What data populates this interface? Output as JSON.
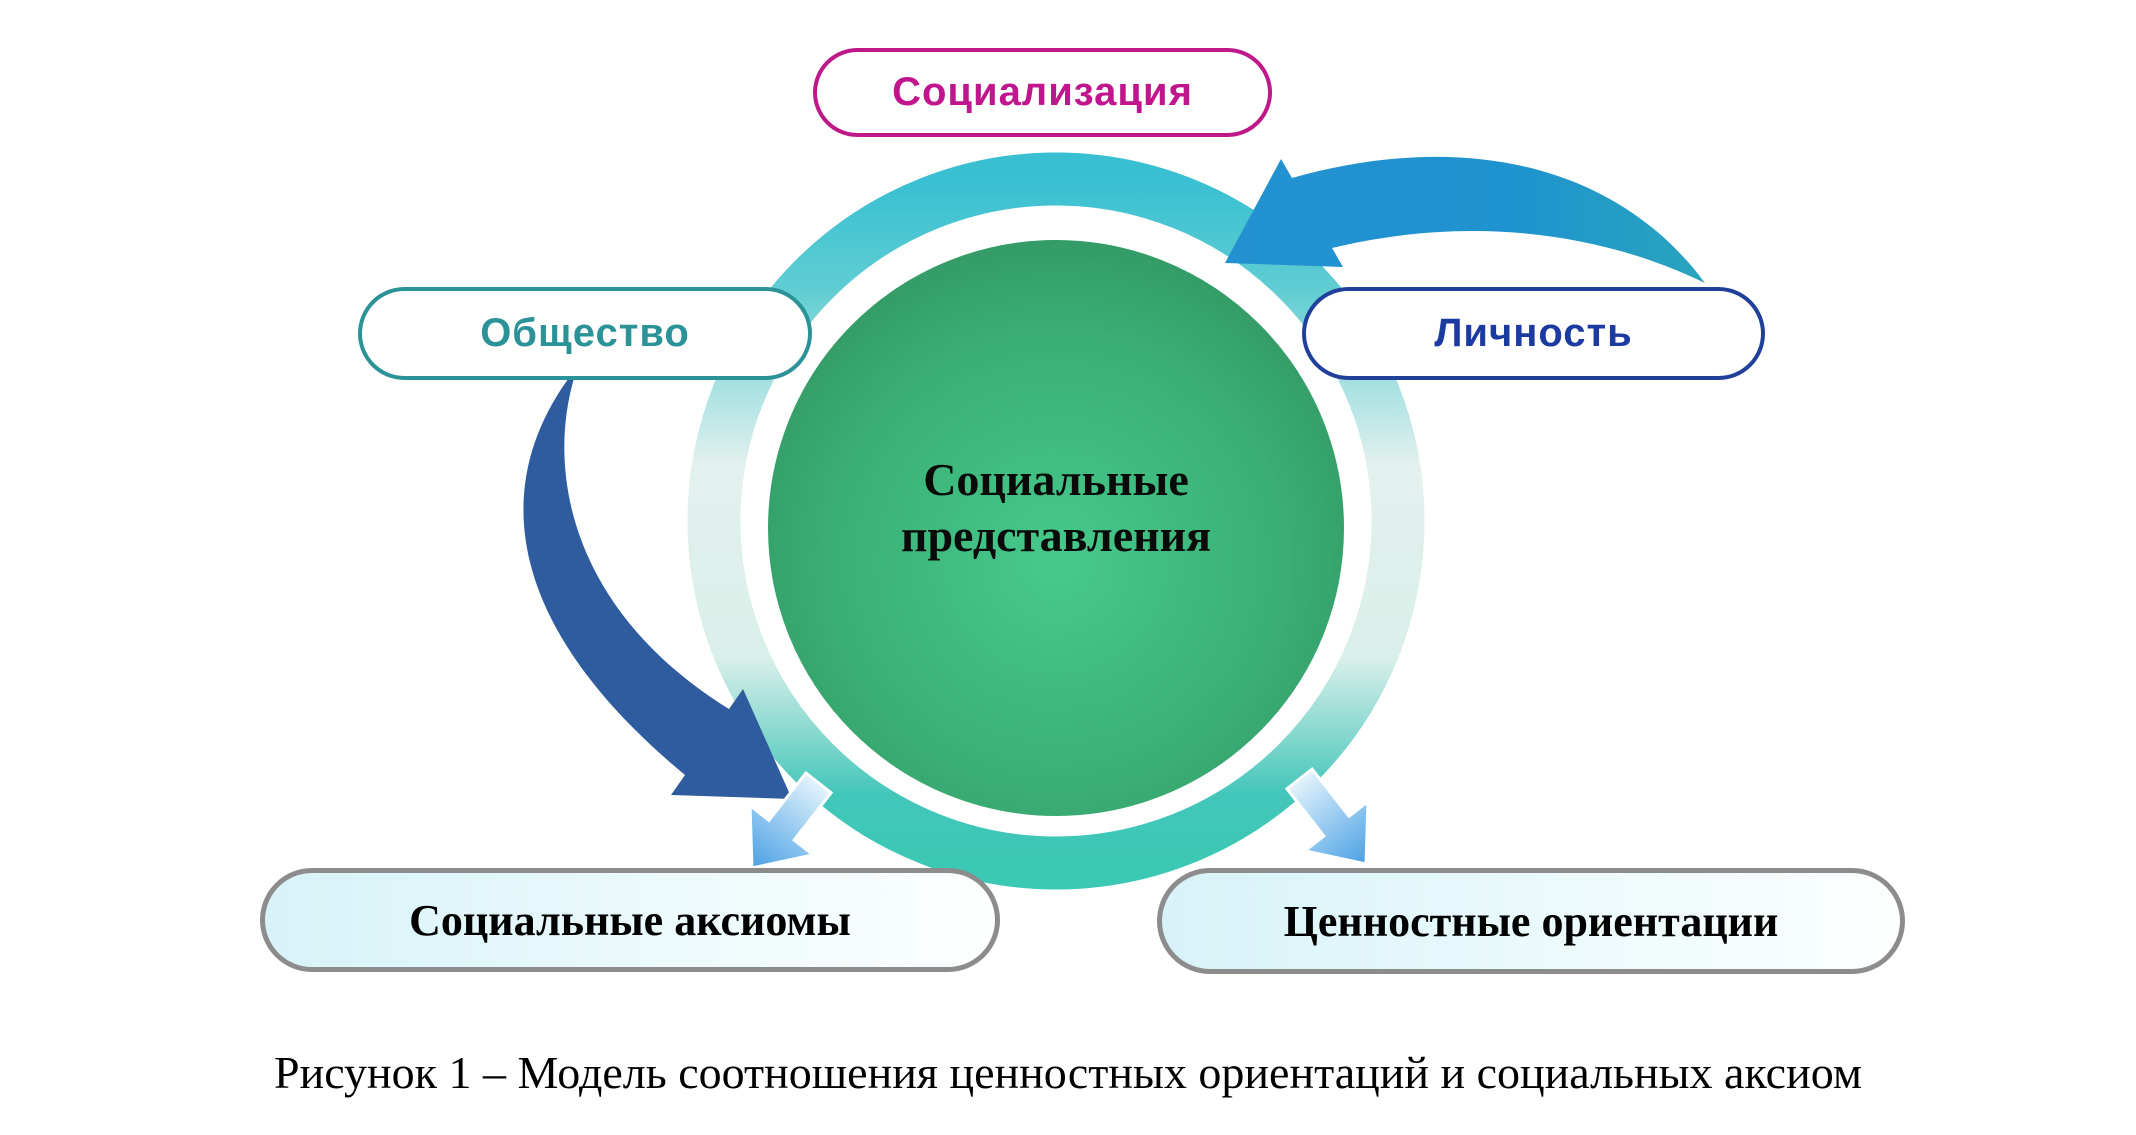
{
  "diagram": {
    "caption": "Рисунок 1 – Модель соотношения ценностных ориентаций и социальных аксиом",
    "center_circle": {
      "label_line1": "Социальные",
      "label_line2": "представления",
      "fill_center": "#44c888",
      "fill_edge": "#2e8757",
      "border": "#ffffff"
    },
    "nodes": {
      "socialization": {
        "label": "Социализация",
        "color": "#c0158c"
      },
      "society": {
        "label": "Общество",
        "color": "#2b9298"
      },
      "personality": {
        "label": "Личность",
        "color": "#1c3ba0"
      },
      "social_axioms": {
        "label": "Социальные аксиомы",
        "border": "#8c8c8c",
        "fill": "#d7f3f8"
      },
      "value_orientations": {
        "label": "Ценностные ориентации",
        "border": "#8c8c8c",
        "fill": "#d7f3f8"
      }
    },
    "arrows": {
      "society_to_axioms": {
        "color": "#2f5c9f"
      },
      "personality_to_circle": {
        "color": "#1f93cf"
      },
      "down_left": {
        "color_from": "#e3f3fc",
        "color_to": "#4aa0e4"
      },
      "down_right": {
        "color_from": "#e3f3fc",
        "color_to": "#4aa0e4"
      }
    },
    "halo_ring": {
      "top": "#38bfd2",
      "sides": "#e3f1ee",
      "bottom": "#3bc8b4"
    }
  }
}
